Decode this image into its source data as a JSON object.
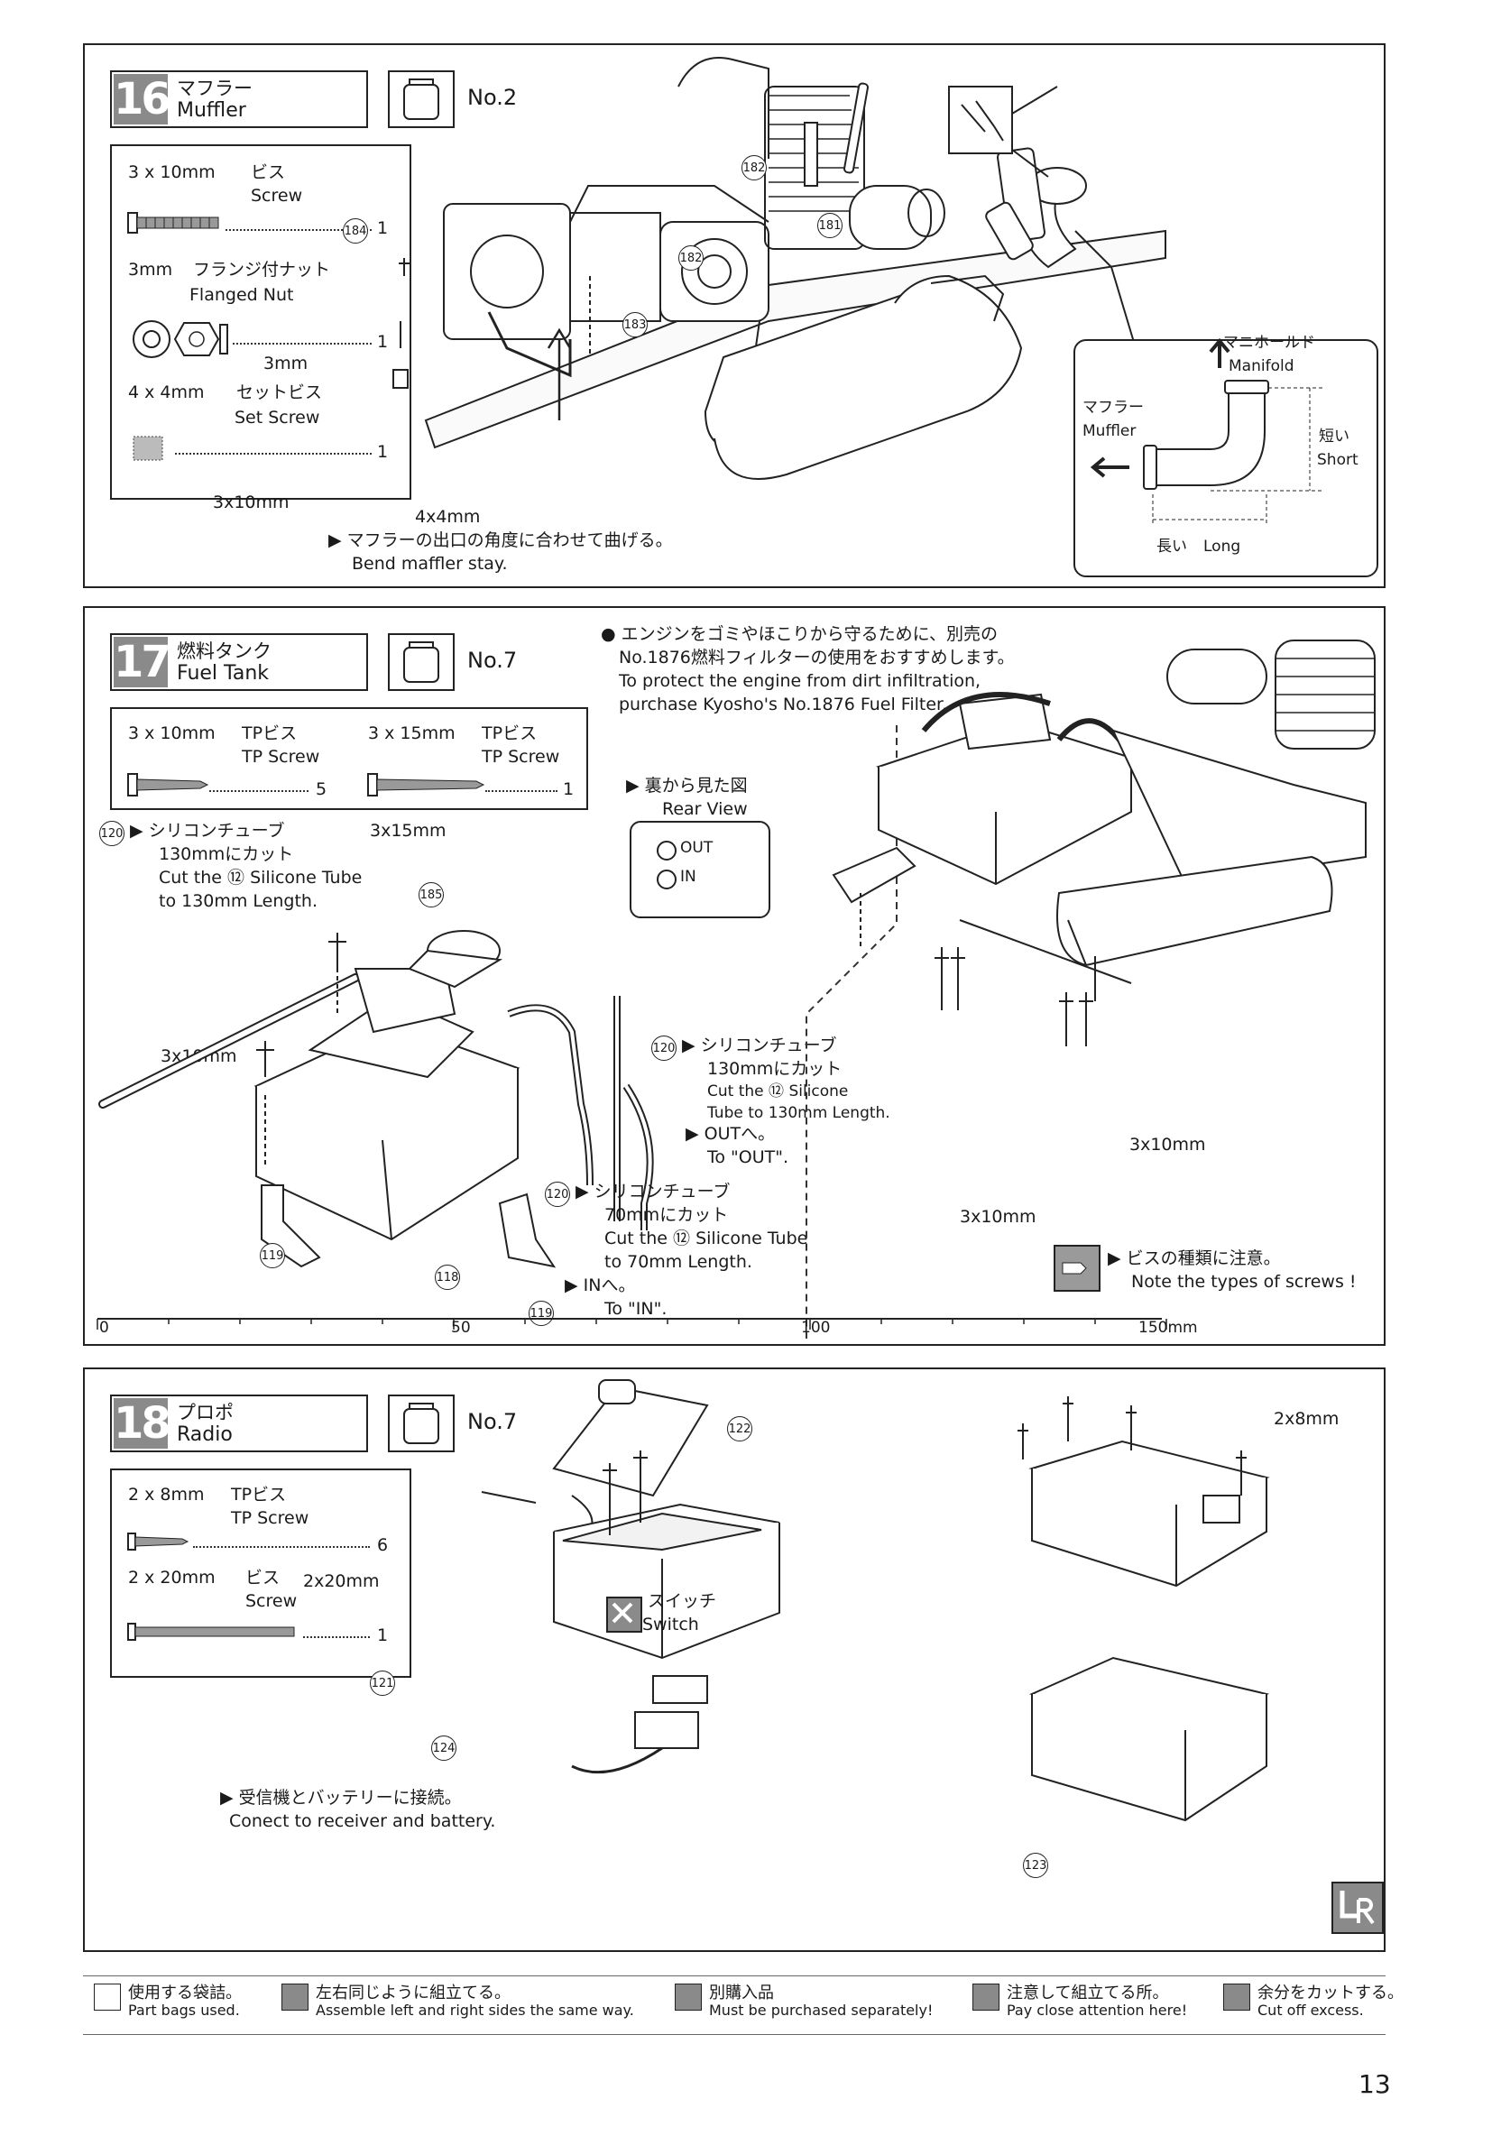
{
  "page_number": "13",
  "step16": {
    "number": "16",
    "title_jp": "マフラー",
    "title_en": "Muffler",
    "bag": "No.2",
    "parts": [
      {
        "size": "3 x 10mm",
        "name_jp": "ビス",
        "name_en": "Screw",
        "qty": "1"
      },
      {
        "size": "3mm",
        "name_jp": "フランジ付ナット",
        "name_en": "Flanged Nut",
        "qty": "1"
      },
      {
        "size": "4 x 4mm",
        "name_jp": "セットビス",
        "name_en": "Set Screw",
        "qty": "1"
      }
    ],
    "labels": {
      "p3mm": "3mm",
      "p3x10": "3x10mm",
      "p4x4": "4x4mm",
      "bend_jp": "マフラーの出口の角度に合わせて曲げる。",
      "bend_en": "Bend maffler stay.",
      "c184": "184",
      "c183": "183",
      "c182a": "182",
      "c182b": "182",
      "c181": "181"
    },
    "inset": {
      "manifold_jp": "マニホールド",
      "manifold_en": "Manifold",
      "muffler_jp": "マフラー",
      "muffler_en": "Muffler",
      "short_jp": "短い",
      "short_en": "Short",
      "long_jp": "長い",
      "long_en": "Long"
    }
  },
  "step17": {
    "number": "17",
    "title_jp": "燃料タンク",
    "title_en": "Fuel Tank",
    "bag": "No.7",
    "note_jp1": "エンジンをゴミやほこりから守るために、別売の",
    "note_jp2": "No.1876燃料フィルターの使用をおすすめします。",
    "note_en1": "To protect the engine from dirt infiltration,",
    "note_en2": "purchase Kyosho's No.1876 Fuel Filter.",
    "parts": [
      {
        "size": "3 x 10mm",
        "name_jp": "TPビス",
        "name_en": "TP Screw",
        "qty": "5"
      },
      {
        "size": "3 x 15mm",
        "name_jp": "TPビス",
        "name_en": "TP Screw",
        "qty": "1"
      }
    ],
    "rear_view_jp": "裏から見た図",
    "rear_view_en": "Rear View",
    "out_label": "OUT",
    "in_label": "IN",
    "tube1_jp1": "シリコンチューブ",
    "tube1_jp2": "130mmにカット",
    "tube1_en1": "Cut the",
    "tube1_en1b": "Silicone Tube",
    "tube1_en2": "to 130mm Length.",
    "tube2_jp1": "シリコンチューブ",
    "tube2_jp2": "130mmにカット",
    "tube2_en1": "Cut the",
    "tube2_en1b": "Silicone",
    "tube2_en2": "Tube to 130mm Length.",
    "tube2_out_jp": "OUTへ。",
    "tube2_out_en": "To \"OUT\".",
    "tube3_jp1": "シリコンチューブ",
    "tube3_jp2": "70mmにカット",
    "tube3_en1": "Cut the",
    "tube3_en1b": "Silicone Tube",
    "tube3_en2": "to 70mm Length.",
    "tube3_in_jp": "INへ。",
    "tube3_in_en": "To \"IN\".",
    "p3x15": "3x15mm",
    "p3x10a": "3x10mm",
    "p3x10b": "3x10mm",
    "p3x10c": "3x10mm",
    "screw_note_jp": "ビスの種類に注意。",
    "screw_note_en": "Note the types of screws !",
    "c120": "120",
    "c185": "185",
    "c119a": "119",
    "c118": "118",
    "c119b": "119",
    "ruler": [
      "0",
      "50",
      "100",
      "150mm"
    ]
  },
  "step18": {
    "number": "18",
    "title_jp": "プロポ",
    "title_en": "Radio",
    "bag": "No.7",
    "parts": [
      {
        "size": "2 x 8mm",
        "name_jp": "TPビス",
        "name_en": "TP Screw",
        "qty": "6"
      },
      {
        "size": "2 x 20mm",
        "name_jp": "ビス",
        "name_en": "Screw",
        "qty": "1"
      }
    ],
    "p2x20": "2x20mm",
    "p2x8": "2x8mm",
    "switch_jp": "スイッチ",
    "switch_en": "Switch",
    "connect_jp": "受信機とバッテリーに接続。",
    "connect_en": "Conect to receiver and battery.",
    "c122": "122",
    "c121": "121",
    "c124": "124",
    "c123": "123"
  },
  "legend": [
    {
      "jp": "使用する袋詰。",
      "en": "Part bags used."
    },
    {
      "jp": "左右同じように組立てる。",
      "en": "Assemble left and right sides the same way."
    },
    {
      "jp": "別購入品",
      "en": "Must be purchased separately!"
    },
    {
      "jp": "注意して組立てる所。",
      "en": "Pay close attention here!"
    },
    {
      "jp": "余分をカットする。",
      "en": "Cut off excess."
    }
  ]
}
